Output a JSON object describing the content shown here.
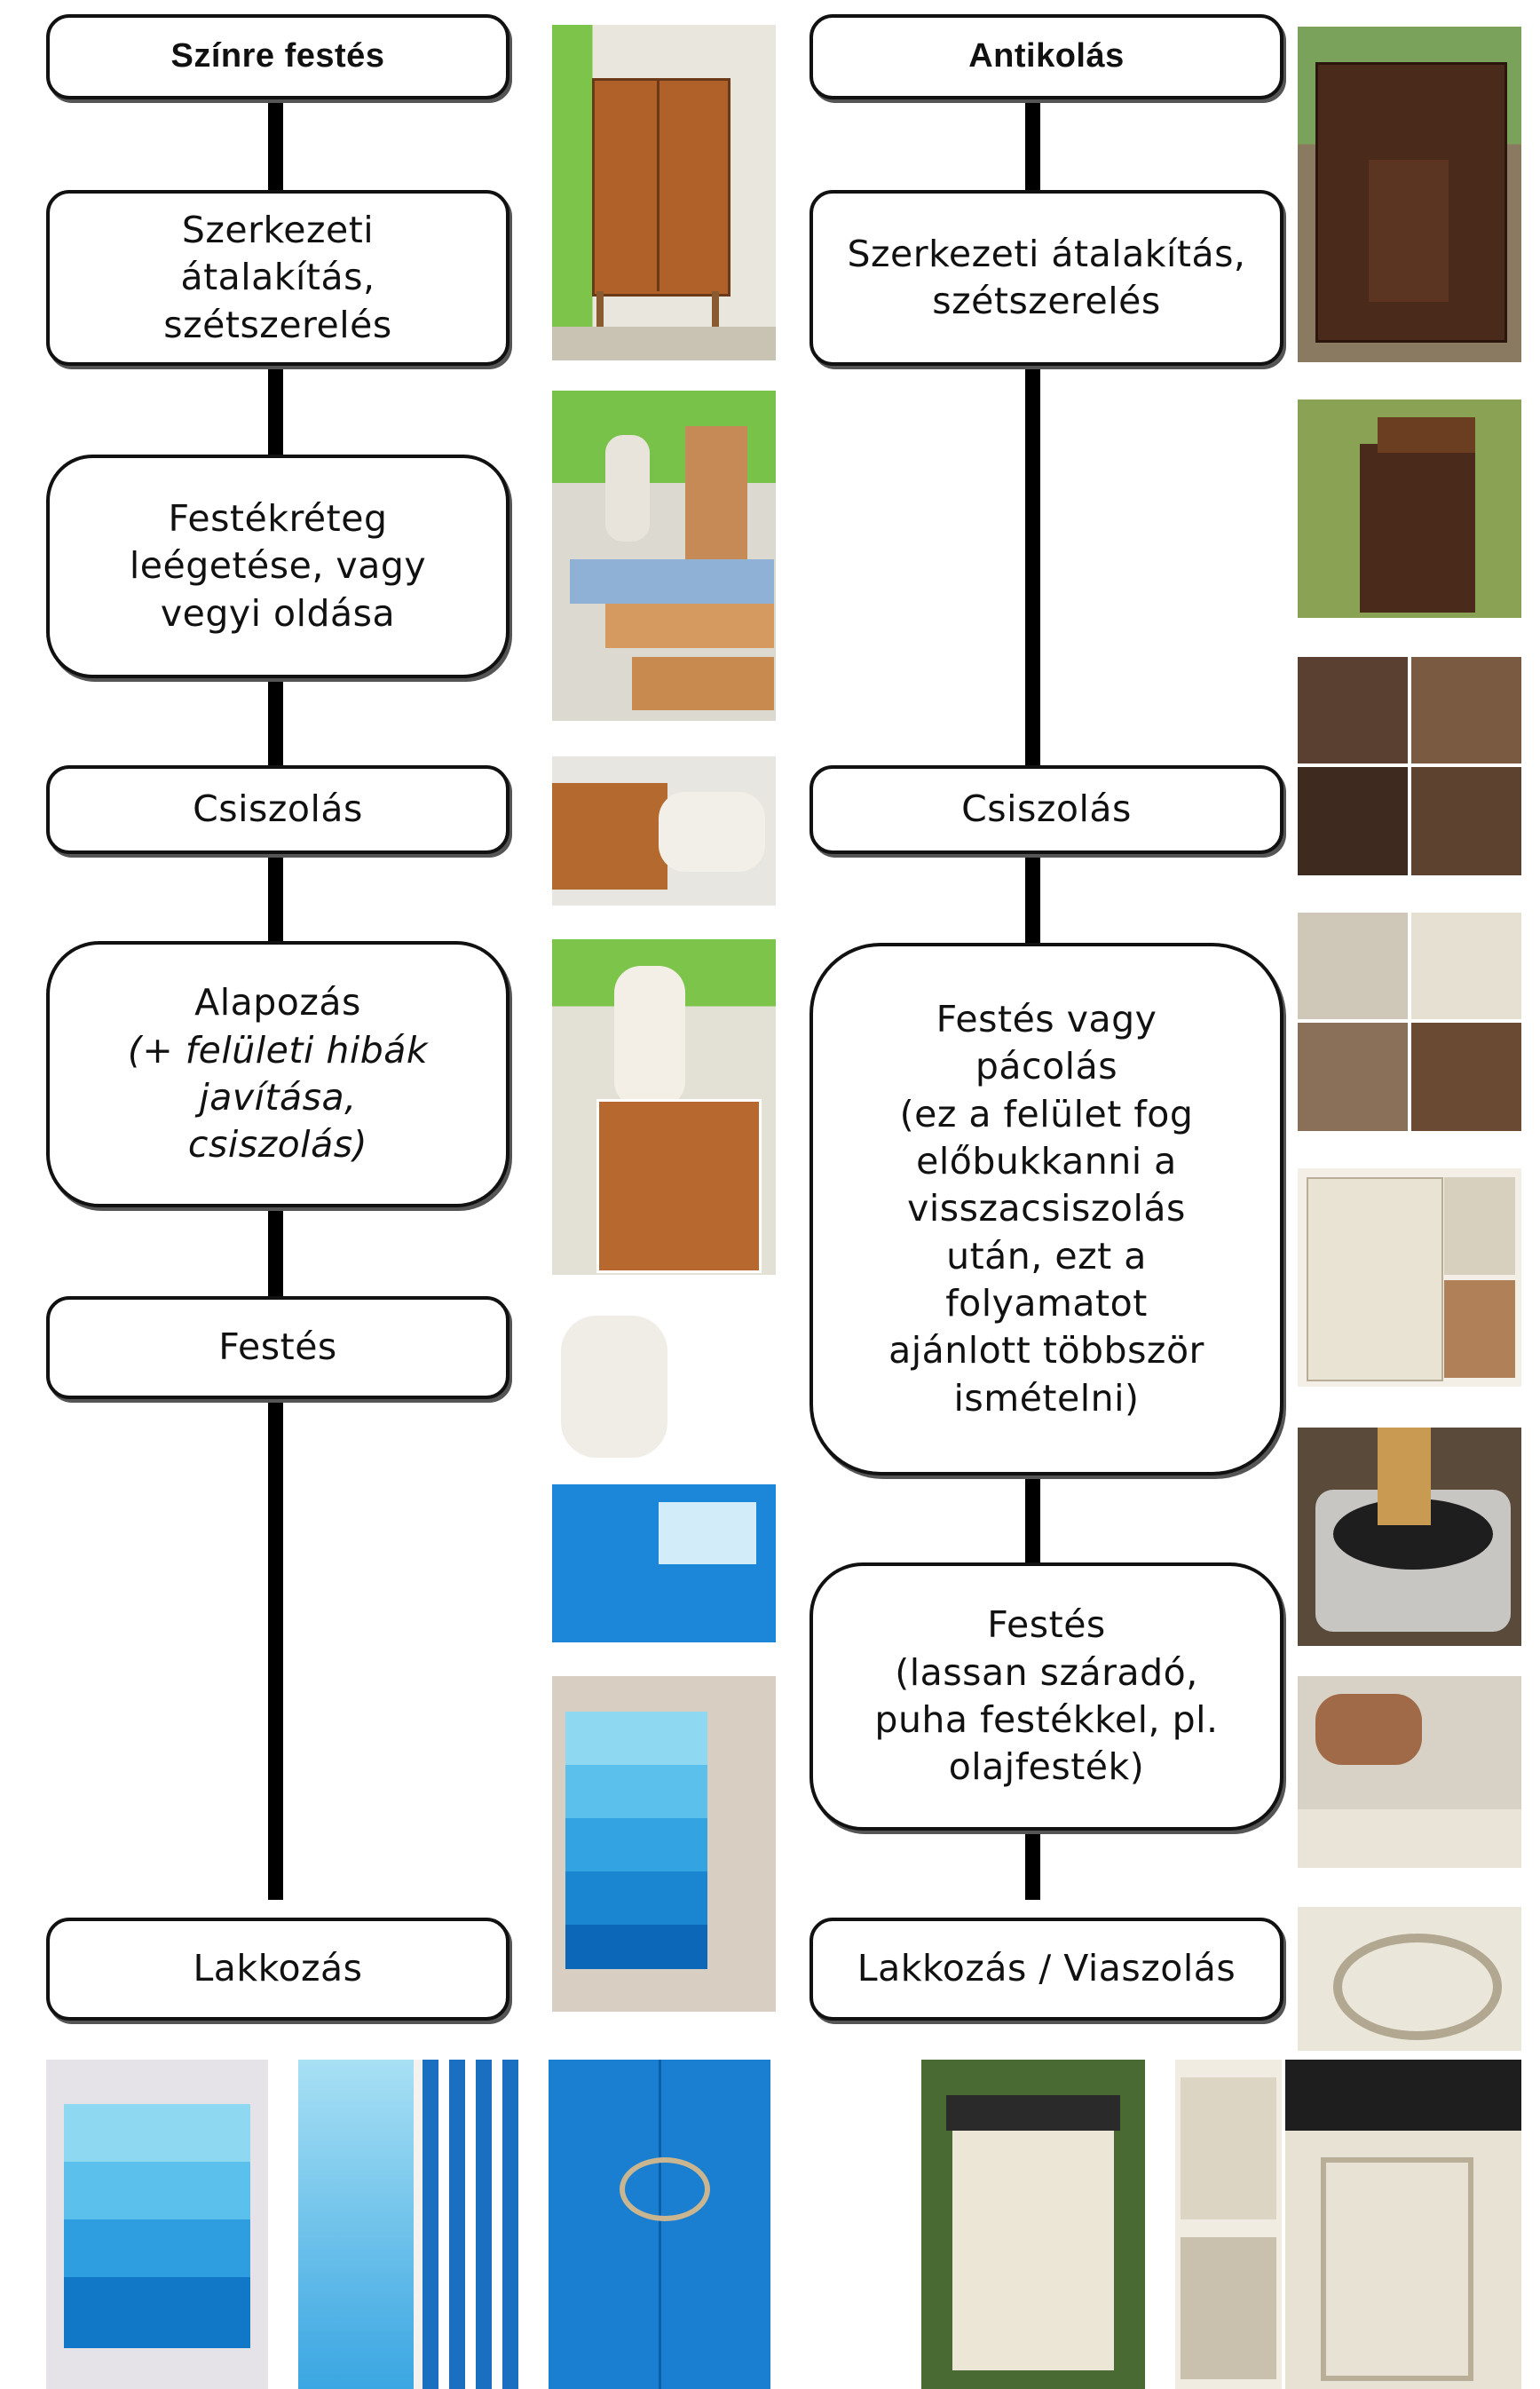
{
  "left_column": {
    "header": "Színre festés",
    "steps": [
      [
        "Szerkezeti",
        "átalakítás,",
        "szétszerelés"
      ],
      [
        "Festékréteg",
        "leégetése, vagy",
        "vegyi  oldása"
      ],
      [
        "Csiszolás"
      ],
      [
        "Alapozás"
      ],
      [
        "Festés"
      ],
      [
        "Lakkozás"
      ]
    ],
    "alapozas_note": [
      "(+ felületi hibák",
      "javítása,",
      "csiszolás)"
    ]
  },
  "right_column": {
    "header": "Antikolás",
    "steps": [
      [
        "Szerkezeti átalakítás,",
        "szétszerelés"
      ],
      [
        "Csiszolás"
      ],
      [
        "Festés vagy",
        "pácolás",
        "(ez a felület fog",
        "előbukkanni a",
        "visszacsiszolás",
        "után, ezt a",
        "folyamatot",
        "ajánlott többször",
        "ismételni)"
      ],
      [
        "Festés",
        "(lassan száradó,",
        "puha festékkel, pl.",
        "olajfesték)"
      ],
      [
        "Lakkozás / Viaszolás"
      ]
    ]
  },
  "colors": {
    "line": "#000000",
    "box_border": "#111111",
    "wood": "#b5652a",
    "blue": "#1a7fd0",
    "light_blue": "#7fd0ef",
    "dark_wood": "#4a2a1a",
    "cream": "#ece6d6",
    "green": "#6ac24a"
  }
}
